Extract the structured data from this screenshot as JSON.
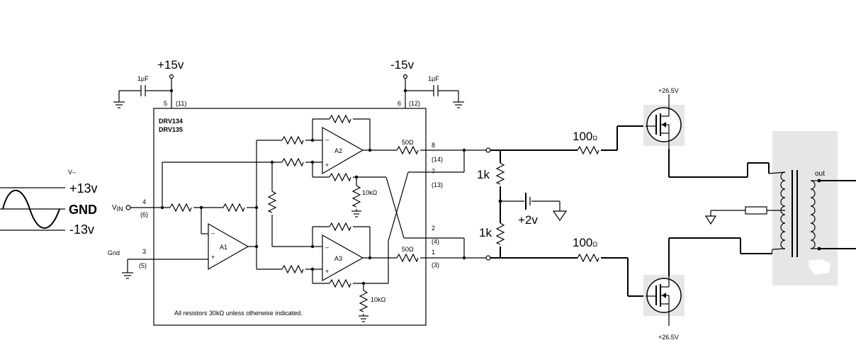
{
  "supplies": {
    "pos": "+15v",
    "neg": "-15v"
  },
  "caps": {
    "c1": "1µF",
    "c2": "1µF"
  },
  "pins": {
    "p5": "5",
    "p11": "(11)",
    "p6": "6",
    "p12": "(12)",
    "p4": "4",
    "p6b": "(6)",
    "p3": "3",
    "p5b": "(5)",
    "p8": "8",
    "p14": "(14)",
    "p7": "7",
    "p13": "(13)",
    "p2": "2",
    "p4b": "(4)",
    "p1": "1",
    "p3b": "(3)"
  },
  "chip": {
    "name1": "DRV134",
    "name2": "DRV135",
    "note": "All resistors 30kΩ unless otherwise indicated."
  },
  "amps": {
    "a1": "A1",
    "a2": "A2",
    "a3": "A3",
    "minus": "–",
    "plus": "+"
  },
  "resistors": {
    "r50a": "50Ω",
    "r50b": "50Ω",
    "r10ka": "10kΩ",
    "r10kb": "10kΩ",
    "r1ka": "1k",
    "r1kb": "1k",
    "r100a": "100",
    "r100b": "100",
    "ohm": "Ω"
  },
  "inputs": {
    "vin": "V",
    "vin_sub": "IN",
    "gnd": "Gnd",
    "vminus": "V–"
  },
  "signal": {
    "pos": "+13v",
    "gnd": "GND",
    "neg": "-13v"
  },
  "bias": "+2v",
  "fets": {
    "top": "+26.5V",
    "bottom": "+26.5V"
  },
  "transformer": {
    "out": "out"
  }
}
